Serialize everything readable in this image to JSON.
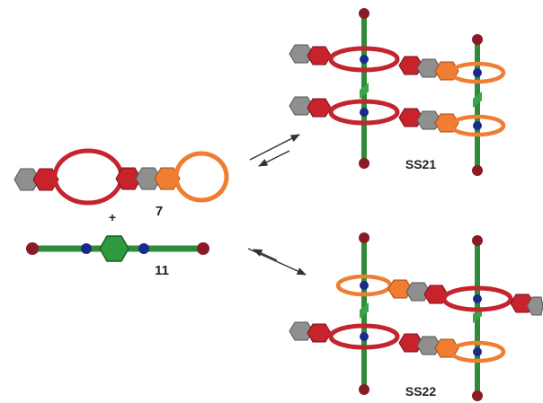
{
  "labels": {
    "macrocycle": "7",
    "plus": "+",
    "dumbbell": "11",
    "complex_top": "SS21",
    "complex_bottom": "SS22"
  },
  "colors": {
    "red_ring": "#c4242e",
    "orange_ring": "#ef7d32",
    "hex_gray": "#8f8f8f",
    "hex_red": "#c8232c",
    "hex_orange": "#ef7d32",
    "axle_green": "#2f8a3a",
    "bead_blue": "#1a2a8c",
    "end_cap": "#8a1a24",
    "arrow": "#333333"
  }
}
